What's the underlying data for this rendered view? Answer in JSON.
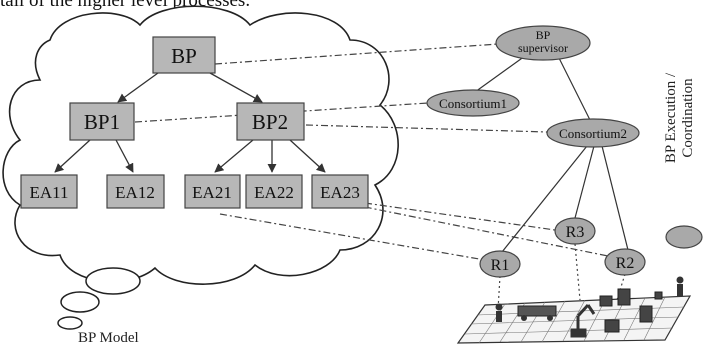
{
  "caption": "tail of the higher level processes.",
  "bp_model_label": "BP Model",
  "execution_label_line1": "BP Execution /",
  "execution_label_line2": "Coordination",
  "model": {
    "root": "BP",
    "level1": [
      "BP1",
      "BP2"
    ],
    "activities": [
      "EA11",
      "EA12",
      "EA21",
      "EA22",
      "EA23"
    ]
  },
  "execution": {
    "supervisor_line1": "BP",
    "supervisor_line2": "supervisor",
    "consortium1": "Consortium1",
    "consortium2": "Consortium2",
    "resources": [
      "R1",
      "R3",
      "R2"
    ]
  },
  "colors": {
    "box_fill": "#b7b7b7",
    "ellipse_fill": "#a9a9a9",
    "line": "#333333",
    "cloud_outline": "#222222"
  },
  "icons": [
    "cloud-icon",
    "thought-bubble-icon",
    "shop-floor-icon",
    "worker-icon",
    "robot-arm-icon",
    "conveyor-icon",
    "machine-icon"
  ]
}
